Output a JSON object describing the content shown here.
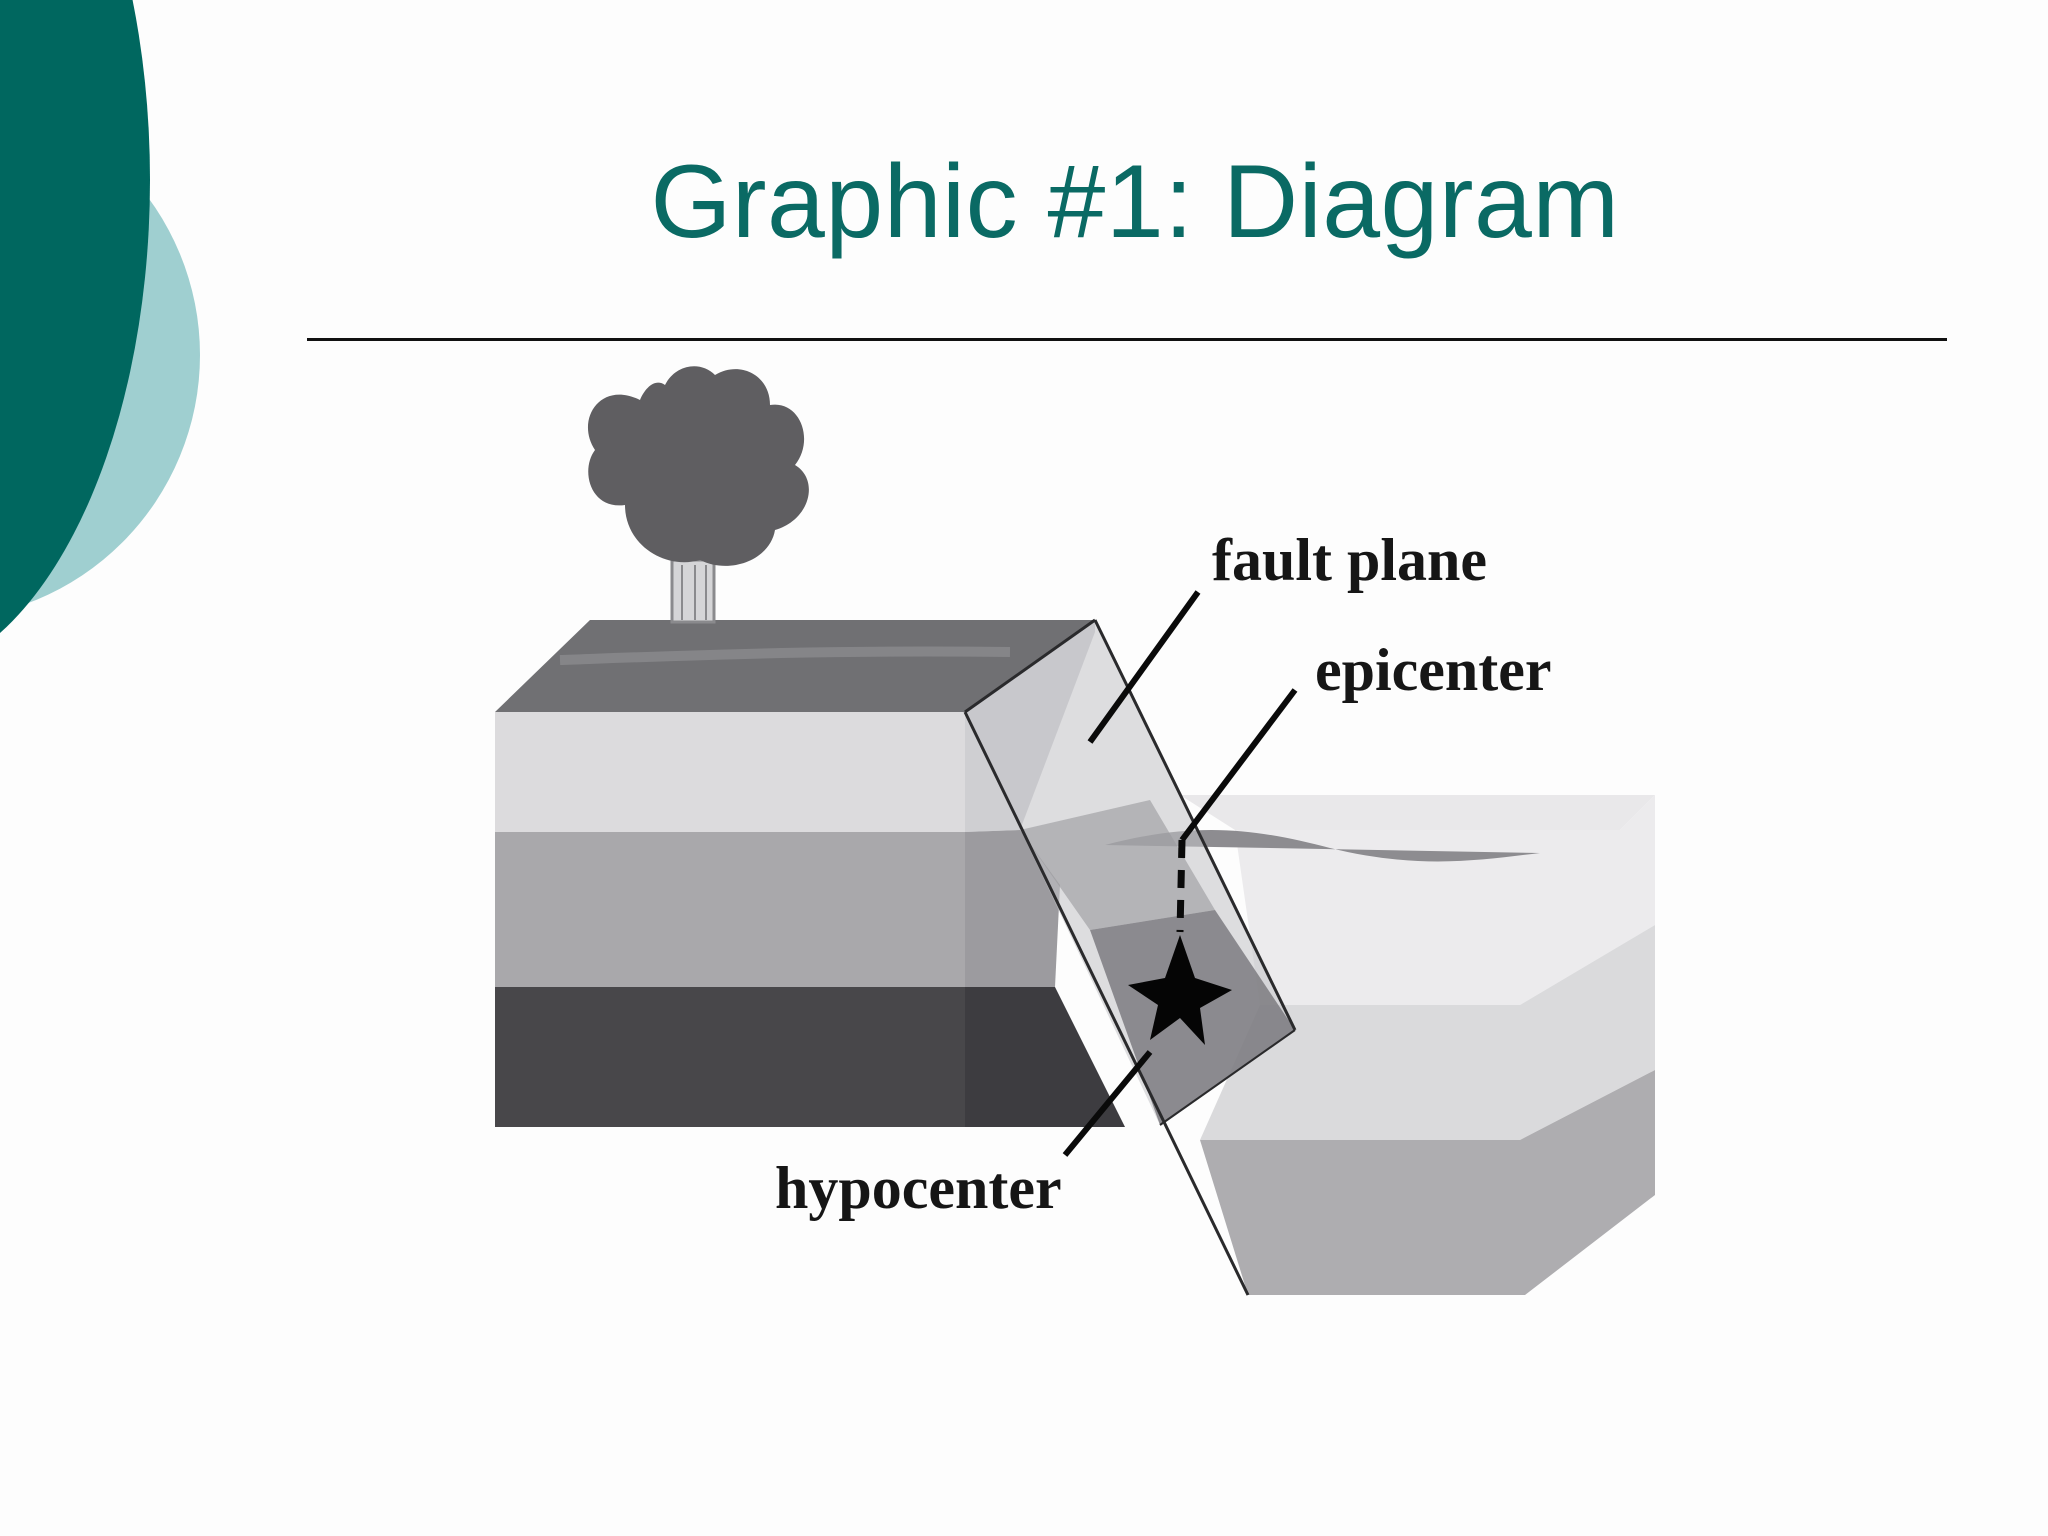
{
  "slide": {
    "title": "Graphic #1: Diagram"
  },
  "diagram": {
    "labels": {
      "fault_plane": "fault plane",
      "epicenter": "epicenter",
      "hypocenter": "hypocenter"
    }
  },
  "colors": {
    "title": "#0a6a64",
    "accent_dark": "#00675f",
    "accent_light": "#9fcfd0"
  }
}
